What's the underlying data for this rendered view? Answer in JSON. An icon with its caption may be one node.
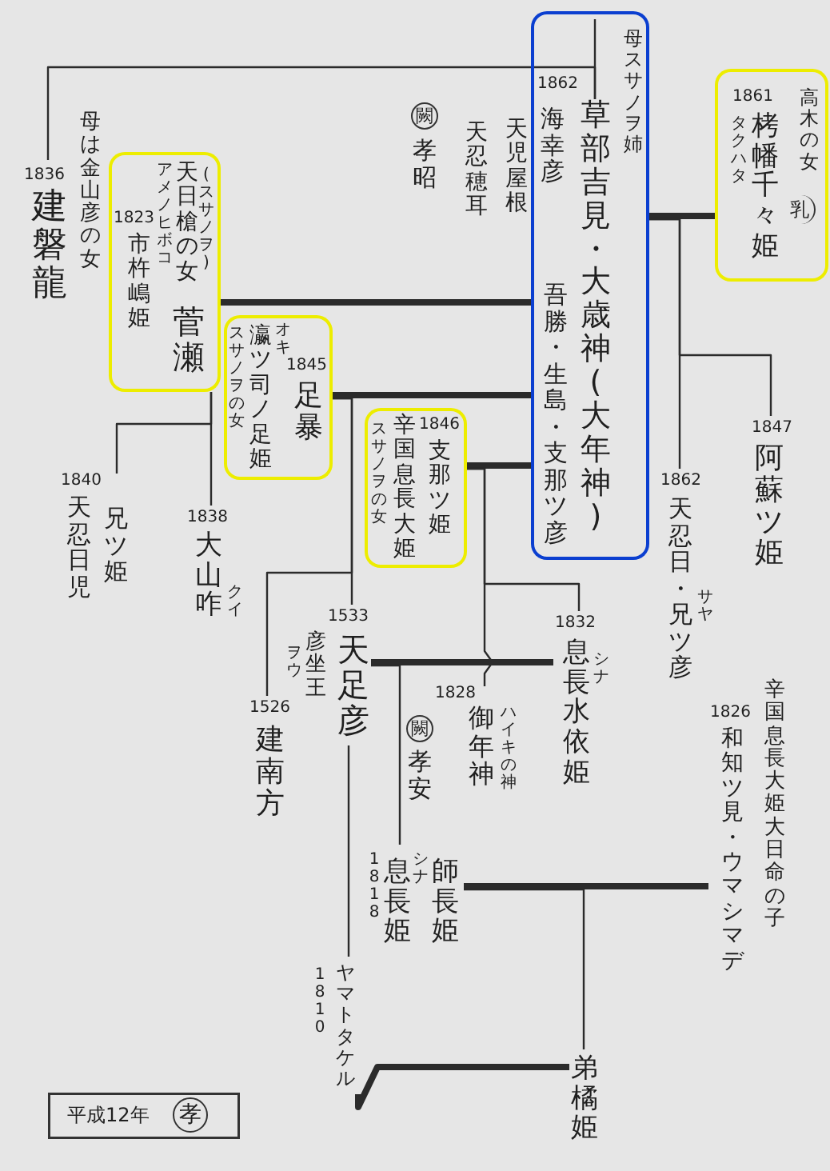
{
  "diagram": {
    "nodes": [
      {
        "text": [
          "1836",
          "建磐龍"
        ],
        "beside": [
          "母は金山彦の女"
        ]
      },
      {
        "text": [
          "闕"
        ]
      },
      {
        "text": [
          "母スサノヲ姉",
          "1862",
          "海幸彦",
          "吾勝・生島・支那ツ彦"
        ]
      },
      {
        "text": [
          "草部吉見・大歳神(大年神)"
        ],
        "in": 2
      },
      {
        "text": [
          "高木の女",
          "1861",
          "栲幡千々姫",
          "乳",
          "タクハタ"
        ]
      },
      {
        "text": [
          "(スサノヲ)",
          "天日槍の女",
          "アメノヒボコ",
          "菅瀬",
          "1823",
          "市杵嶋姫"
        ]
      },
      {
        "text": [
          "1845",
          "足暴",
          "オキ",
          "瀛ツ司ノ足姫",
          "スサノヲの女"
        ]
      },
      {
        "text": [
          "1846",
          "支那ツ姫",
          "辛国息長大姫",
          "スサノヲの女"
        ]
      },
      {
        "text": [
          "1847",
          "阿蘇ツ姫"
        ]
      },
      {
        "text": [
          "兄ツ姫",
          "1840",
          "天忍日児"
        ]
      },
      {
        "text": [
          "1862",
          "天忍日・兄ツ彦",
          "サヤ"
        ]
      },
      {
        "text": [
          "1838",
          "大山咋",
          "クイ"
        ]
      },
      {
        "text": [
          "1533",
          "天足彦",
          "彦坐王",
          "ヲウ"
        ]
      },
      {
        "text": [
          "1832",
          "息長水依姫",
          "シナ"
        ]
      },
      {
        "text": [
          "1526",
          "建南方"
        ]
      },
      {
        "text": [
          "1828",
          "御年神",
          "ハイキの神"
        ]
      },
      {
        "text": [
          "闕"
        ]
      },
      {
        "text": [
          "1826",
          "和知ツ見・ウマシマデ"
        ],
        "beside": [
          "辛国息長大姫大日命の子"
        ]
      },
      {
        "text": [
          "師長姫",
          "シナ",
          "息長姫",
          "1818"
        ]
      },
      {
        "text": [
          "1810",
          "ヤマトタケル"
        ]
      },
      {
        "text": [
          "弟橘姫"
        ]
      },
      {
        "text": [
          "平成12年"
        ]
      },
      {
        "text": [
          "孝"
        ],
        "in": 21
      }
    ],
    "edges": [
      {
        "from": null,
        "to": 3,
        "arrow": "none"
      },
      {
        "from": 3,
        "to": 0,
        "arrow": "none"
      },
      {
        "from": 2,
        "to": 4,
        "arrow": "none",
        "style": "thick"
      },
      {
        "from": 5,
        "to": 2,
        "arrow": "none",
        "style": "thick"
      },
      {
        "from": 6,
        "to": 2,
        "arrow": "none",
        "style": "thick"
      },
      {
        "from": 7,
        "to": 2,
        "arrow": "none",
        "style": "thick"
      },
      {
        "from": 2,
        "to": 10,
        "arrow": "none"
      },
      {
        "from": 2,
        "to": 8,
        "arrow": "none"
      },
      {
        "from": 5,
        "to": 11,
        "arrow": "none"
      },
      {
        "from": 5,
        "to": 9,
        "arrow": "none"
      },
      {
        "from": 6,
        "to": 12,
        "arrow": "none"
      },
      {
        "from": 6,
        "to": 14,
        "arrow": "none"
      },
      {
        "from": 7,
        "to": 15,
        "arrow": "none"
      },
      {
        "from": 7,
        "to": 13,
        "arrow": "none"
      },
      {
        "from": 12,
        "to": 13,
        "arrow": "none",
        "style": "thick"
      },
      {
        "from": 12,
        "to": 18,
        "arrow": "none"
      },
      {
        "from": 12,
        "to": 19,
        "arrow": "none"
      },
      {
        "from": 19,
        "to": 20,
        "arrow": "none",
        "style": "thick"
      },
      {
        "from": 18,
        "to": 17,
        "arrow": "none",
        "style": "thick"
      },
      {
        "from": 18,
        "to": 20,
        "arrow": "none"
      }
    ],
    "labels": [
      "天児屋根",
      "天忍穂耳",
      "孝昭",
      "孝安"
    ]
  }
}
